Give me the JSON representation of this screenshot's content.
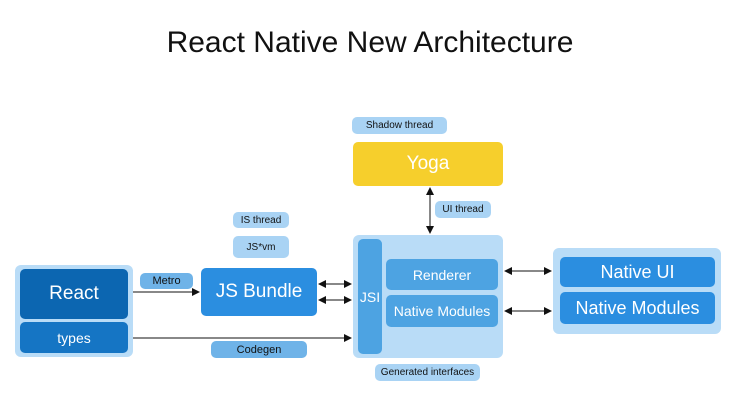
{
  "title": "React Native New Architecture",
  "react_panel": {
    "react": "React",
    "types": "types"
  },
  "labels": {
    "metro": "Metro",
    "codegen": "Codegen",
    "js_thread": "IS thread",
    "js_vm": "JS*vm",
    "shadow_thread": "Shadow thread",
    "ui_thread": "UI thread",
    "generated_interfaces": "Generated interfaces"
  },
  "js_bundle": "JS Bundle",
  "yoga": "Yoga",
  "core_panel": {
    "jsi": "JSI",
    "renderer": "Renderer",
    "native_modules": "Native Modules"
  },
  "native_panel": {
    "native_ui": "Native UI",
    "native_modules": "Native Modules"
  },
  "colors": {
    "panel": "#b9dcf7",
    "box": "#1575c4",
    "box_light": "#4da3e2",
    "yoga": "#f6cf2c"
  }
}
